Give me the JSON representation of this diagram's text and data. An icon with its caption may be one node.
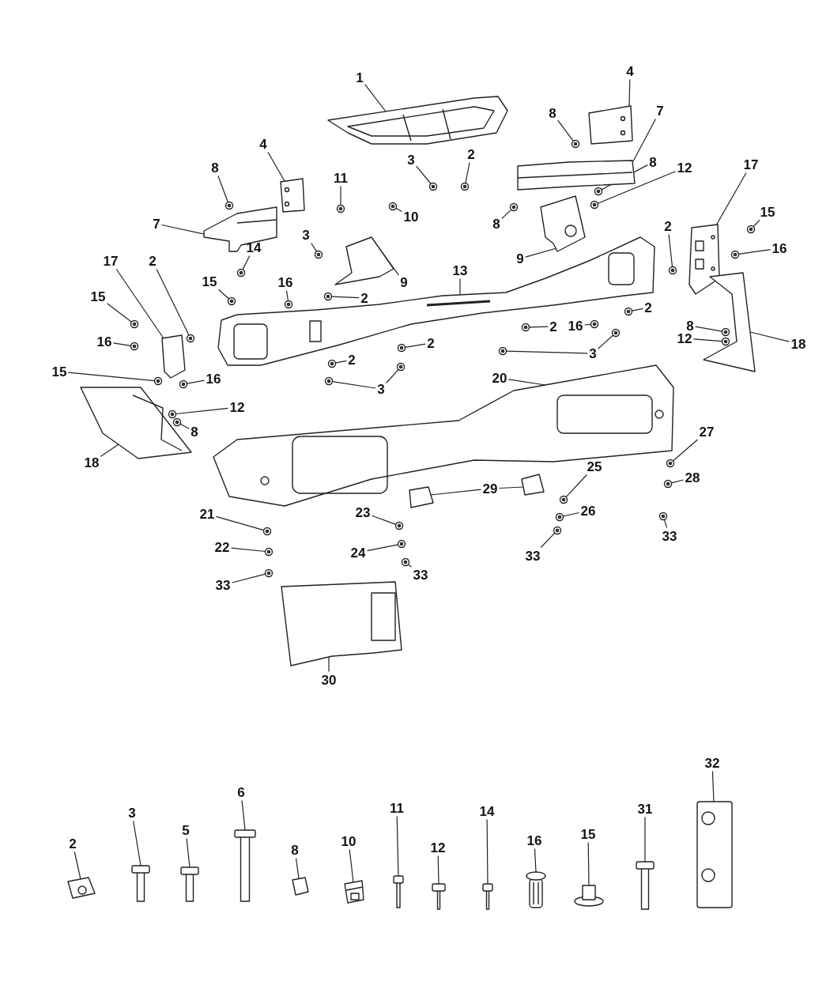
{
  "diagram": {
    "nodes": [
      {
        "text": [
          "1"
        ]
      },
      {
        "text": [
          "4"
        ]
      },
      {
        "text": [
          "8"
        ]
      },
      {
        "text": [
          "7"
        ]
      },
      {
        "text": [
          "4"
        ]
      },
      {
        "text": [
          "8"
        ]
      },
      {
        "text": [
          "7"
        ]
      },
      {
        "text": [
          "3"
        ]
      },
      {
        "text": [
          "2"
        ]
      },
      {
        "text": [
          "17"
        ]
      },
      {
        "text": [
          "8"
        ]
      },
      {
        "text": [
          "12"
        ]
      },
      {
        "text": [
          "11"
        ]
      },
      {
        "text": [
          "10"
        ]
      },
      {
        "text": [
          "3"
        ]
      },
      {
        "text": [
          "8"
        ]
      },
      {
        "text": [
          "15"
        ]
      },
      {
        "text": [
          "16"
        ]
      },
      {
        "text": [
          "2"
        ]
      },
      {
        "text": [
          "9"
        ]
      },
      {
        "text": [
          "9"
        ]
      },
      {
        "text": [
          "13"
        ]
      },
      {
        "text": [
          "14"
        ]
      },
      {
        "text": [
          "15"
        ]
      },
      {
        "text": [
          "16"
        ]
      },
      {
        "text": [
          "2"
        ]
      },
      {
        "text": [
          "17"
        ]
      },
      {
        "text": [
          "2"
        ]
      },
      {
        "text": [
          "15"
        ]
      },
      {
        "text": [
          "16"
        ]
      },
      {
        "text": [
          "2"
        ]
      },
      {
        "text": [
          "16"
        ]
      },
      {
        "text": [
          "2"
        ]
      },
      {
        "text": [
          "2"
        ]
      },
      {
        "text": [
          "2"
        ]
      },
      {
        "text": [
          "3"
        ]
      },
      {
        "text": [
          "18"
        ]
      },
      {
        "text": [
          "8"
        ]
      },
      {
        "text": [
          "12"
        ]
      },
      {
        "text": [
          "3"
        ]
      },
      {
        "text": [
          "15"
        ]
      },
      {
        "text": [
          "16"
        ]
      },
      {
        "text": [
          "12"
        ]
      },
      {
        "text": [
          "8"
        ]
      },
      {
        "text": [
          "18"
        ]
      },
      {
        "text": [
          "20"
        ]
      },
      {
        "text": [
          "27"
        ]
      },
      {
        "text": [
          "28"
        ]
      },
      {
        "text": [
          "33"
        ]
      },
      {
        "text": [
          "25"
        ]
      },
      {
        "text": [
          "26"
        ]
      },
      {
        "text": [
          "33"
        ]
      },
      {
        "text": [
          "29"
        ]
      },
      {
        "text": [
          "21"
        ]
      },
      {
        "text": [
          "22"
        ]
      },
      {
        "text": [
          "23"
        ]
      },
      {
        "text": [
          "24"
        ]
      },
      {
        "text": [
          "33"
        ]
      },
      {
        "text": [
          "33"
        ]
      },
      {
        "text": [
          "30"
        ]
      },
      {
        "text": [
          "2"
        ]
      },
      {
        "text": [
          "3"
        ]
      },
      {
        "text": [
          "5"
        ]
      },
      {
        "text": [
          "6"
        ]
      },
      {
        "text": [
          "8"
        ]
      },
      {
        "text": [
          "10"
        ]
      },
      {
        "text": [
          "11"
        ]
      },
      {
        "text": [
          "12"
        ]
      },
      {
        "text": [
          "14"
        ]
      },
      {
        "text": [
          "16"
        ]
      },
      {
        "text": [
          "15"
        ]
      },
      {
        "text": [
          "31"
        ]
      },
      {
        "text": [
          "32"
        ]
      },
      {
        "text": [],
        "shape": "picture"
      },
      {
        "text": [],
        "shape": "picture"
      },
      {
        "text": [],
        "shape": "picture"
      },
      {
        "text": [],
        "shape": "picture"
      },
      {
        "text": [],
        "shape": "picture"
      },
      {
        "text": [],
        "shape": "picture"
      },
      {
        "text": [],
        "shape": "picture"
      },
      {
        "text": [],
        "shape": "picture"
      },
      {
        "text": [],
        "shape": "picture"
      },
      {
        "text": [],
        "shape": "picture"
      },
      {
        "text": [],
        "shape": "picture"
      },
      {
        "text": [],
        "shape": "picture"
      },
      {
        "text": [],
        "shape": "picture"
      },
      {
        "text": [],
        "shape": "picture"
      },
      {
        "text": [],
        "shape": "picture"
      },
      {
        "text": [],
        "shape": "picture"
      },
      {
        "text": [],
        "shape": "picture"
      },
      {
        "text": [],
        "shape": "picture"
      },
      {
        "text": [],
        "shape": "picture"
      },
      {
        "text": [],
        "shape": "picture"
      },
      {
        "text": [],
        "shape": "picture"
      },
      {
        "text": [],
        "shape": "picture"
      },
      {
        "text": [],
        "shape": "picture"
      },
      {
        "text": [],
        "shape": "picture"
      },
      {
        "text": [],
        "shape": "picture"
      },
      {
        "text": [],
        "shape": "picture"
      },
      {
        "text": [],
        "shape": "picture"
      },
      {
        "text": [],
        "shape": "picture"
      },
      {
        "text": [],
        "shape": "picture"
      },
      {
        "text": [],
        "shape": "picture"
      },
      {
        "text": [],
        "shape": "picture"
      },
      {
        "text": [],
        "shape": "picture"
      },
      {
        "text": [],
        "shape": "picture"
      },
      {
        "text": [],
        "shape": "picture"
      },
      {
        "text": [],
        "shape": "picture"
      },
      {
        "text": [],
        "shape": "picture"
      },
      {
        "text": [],
        "shape": "picture"
      },
      {
        "text": [],
        "shape": "picture"
      },
      {
        "text": [],
        "shape": "picture"
      },
      {
        "text": [],
        "shape": "picture"
      },
      {
        "text": [],
        "shape": "picture"
      },
      {
        "text": [],
        "shape": "picture"
      },
      {
        "text": [],
        "shape": "picture"
      },
      {
        "text": [],
        "shape": "picture"
      },
      {
        "text": [],
        "shape": "picture"
      },
      {
        "text": [],
        "shape": "picture"
      },
      {
        "text": [],
        "shape": "picture"
      },
      {
        "text": [],
        "shape": "picture"
      },
      {
        "text": [],
        "shape": "picture"
      },
      {
        "text": [],
        "shape": "picture"
      },
      {
        "text": [],
        "shape": "picture"
      },
      {
        "text": [],
        "shape": "picture"
      },
      {
        "text": [],
        "shape": "picture"
      },
      {
        "text": [],
        "shape": "picture"
      },
      {
        "text": [],
        "shape": "picture"
      },
      {
        "text": [],
        "shape": "picture"
      },
      {
        "text": [],
        "shape": "picture"
      },
      {
        "text": [],
        "shape": "picture"
      },
      {
        "text": [],
        "shape": "picture"
      },
      {
        "text": [],
        "shape": "picture"
      },
      {
        "text": [],
        "shape": "picture"
      },
      {
        "text": [],
        "shape": "picture"
      },
      {
        "text": [],
        "shape": "picture"
      },
      {
        "text": [],
        "shape": "picture"
      },
      {
        "text": [],
        "shape": "picture"
      },
      {
        "text": [],
        "shape": "picture"
      },
      {
        "text": [],
        "shape": "picture"
      },
      {
        "text": [],
        "shape": "picture"
      },
      {
        "text": [],
        "shape": "picture"
      },
      {
        "text": [],
        "shape": "picture"
      },
      {
        "text": [],
        "shape": "picture"
      },
      {
        "text": [],
        "shape": "picture"
      },
      {
        "text": [],
        "shape": "picture"
      },
      {
        "text": [],
        "shape": "picture"
      },
      {
        "text": [],
        "shape": "picture"
      },
      {
        "text": [],
        "shape": "picture"
      }
    ],
    "edges": [
      {
        "from": 0,
        "to": 73,
        "arrow": "none"
      },
      {
        "from": 1,
        "to": 74,
        "arrow": "none"
      },
      {
        "from": 2,
        "to": 75,
        "arrow": "none"
      },
      {
        "from": 3,
        "to": 76,
        "arrow": "none"
      },
      {
        "from": 4,
        "to": 77,
        "arrow": "none"
      },
      {
        "from": 5,
        "to": 78,
        "arrow": "none"
      },
      {
        "from": 6,
        "to": 79,
        "arrow": "none"
      },
      {
        "from": 7,
        "to": 80,
        "arrow": "none"
      },
      {
        "from": 8,
        "to": 81,
        "arrow": "none"
      },
      {
        "from": 9,
        "to": 82,
        "arrow": "none"
      },
      {
        "from": 10,
        "to": 83,
        "arrow": "none"
      },
      {
        "from": 11,
        "to": 84,
        "arrow": "none"
      },
      {
        "from": 12,
        "to": 85,
        "arrow": "none"
      },
      {
        "from": 13,
        "to": 86,
        "arrow": "none"
      },
      {
        "from": 14,
        "to": 87,
        "arrow": "none"
      },
      {
        "from": 15,
        "to": 88,
        "arrow": "none"
      },
      {
        "from": 16,
        "to": 89,
        "arrow": "none"
      },
      {
        "from": 17,
        "to": 90,
        "arrow": "none"
      },
      {
        "from": 18,
        "to": 91,
        "arrow": "none"
      },
      {
        "from": 19,
        "to": 92,
        "arrow": "none"
      },
      {
        "from": 20,
        "to": 93,
        "arrow": "none"
      },
      {
        "from": 21,
        "to": 94,
        "arrow": "none"
      },
      {
        "from": 22,
        "to": 95,
        "arrow": "none"
      },
      {
        "from": 23,
        "to": 96,
        "arrow": "none"
      },
      {
        "from": 24,
        "to": 97,
        "arrow": "none"
      },
      {
        "from": 25,
        "to": 98,
        "arrow": "none"
      },
      {
        "from": 26,
        "to": 99,
        "arrow": "none"
      },
      {
        "from": 27,
        "to": 100,
        "arrow": "none"
      },
      {
        "from": 28,
        "to": 101,
        "arrow": "none"
      },
      {
        "from": 29,
        "to": 102,
        "arrow": "none"
      },
      {
        "from": 30,
        "to": 103,
        "arrow": "none"
      },
      {
        "from": 31,
        "to": 104,
        "arrow": "none"
      },
      {
        "from": 32,
        "to": 105,
        "arrow": "none"
      },
      {
        "from": 33,
        "to": 106,
        "arrow": "none"
      },
      {
        "from": 34,
        "to": 107,
        "arrow": "none"
      },
      {
        "from": 35,
        "to": 108,
        "arrow": "none"
      },
      {
        "from": 35,
        "to": 109,
        "arrow": "none"
      },
      {
        "from": 36,
        "to": 110,
        "arrow": "none"
      },
      {
        "from": 37,
        "to": 111,
        "arrow": "none"
      },
      {
        "from": 38,
        "to": 112,
        "arrow": "none"
      },
      {
        "from": 39,
        "to": 113,
        "arrow": "none"
      },
      {
        "from": 39,
        "to": 114,
        "arrow": "none"
      },
      {
        "from": 40,
        "to": 115,
        "arrow": "none"
      },
      {
        "from": 41,
        "to": 116,
        "arrow": "none"
      },
      {
        "from": 42,
        "to": 117,
        "arrow": "none"
      },
      {
        "from": 43,
        "to": 118,
        "arrow": "none"
      },
      {
        "from": 44,
        "to": 119,
        "arrow": "none"
      },
      {
        "from": 45,
        "to": 120,
        "arrow": "none"
      },
      {
        "from": 46,
        "to": 121,
        "arrow": "none"
      },
      {
        "from": 47,
        "to": 122,
        "arrow": "none"
      },
      {
        "from": 48,
        "to": 123,
        "arrow": "none"
      },
      {
        "from": 49,
        "to": 124,
        "arrow": "none"
      },
      {
        "from": 50,
        "to": 125,
        "arrow": "none"
      },
      {
        "from": 51,
        "to": 126,
        "arrow": "none"
      },
      {
        "from": 52,
        "to": 127,
        "arrow": "none"
      },
      {
        "from": 52,
        "to": 128,
        "arrow": "none"
      },
      {
        "from": 53,
        "to": 129,
        "arrow": "none"
      },
      {
        "from": 54,
        "to": 130,
        "arrow": "none"
      },
      {
        "from": 55,
        "to": 131,
        "arrow": "none"
      },
      {
        "from": 56,
        "to": 132,
        "arrow": "none"
      },
      {
        "from": 57,
        "to": 133,
        "arrow": "none"
      },
      {
        "from": 58,
        "to": 134,
        "arrow": "none"
      },
      {
        "from": 59,
        "to": 135,
        "arrow": "none"
      },
      {
        "from": 60,
        "to": 136,
        "arrow": "none"
      },
      {
        "from": 61,
        "to": 137,
        "arrow": "none"
      },
      {
        "from": 62,
        "to": 138,
        "arrow": "none"
      },
      {
        "from": 63,
        "to": 139,
        "arrow": "none"
      },
      {
        "from": 64,
        "to": 140,
        "arrow": "none"
      },
      {
        "from": 65,
        "to": 141,
        "arrow": "none"
      },
      {
        "from": 66,
        "to": 142,
        "arrow": "none"
      },
      {
        "from": 67,
        "to": 143,
        "arrow": "none"
      },
      {
        "from": 68,
        "to": 144,
        "arrow": "none"
      },
      {
        "from": 69,
        "to": 145,
        "arrow": "none"
      },
      {
        "from": 70,
        "to": 146,
        "arrow": "none"
      },
      {
        "from": 71,
        "to": 147,
        "arrow": "none"
      },
      {
        "from": 72,
        "to": 148,
        "arrow": "none"
      }
    ]
  }
}
